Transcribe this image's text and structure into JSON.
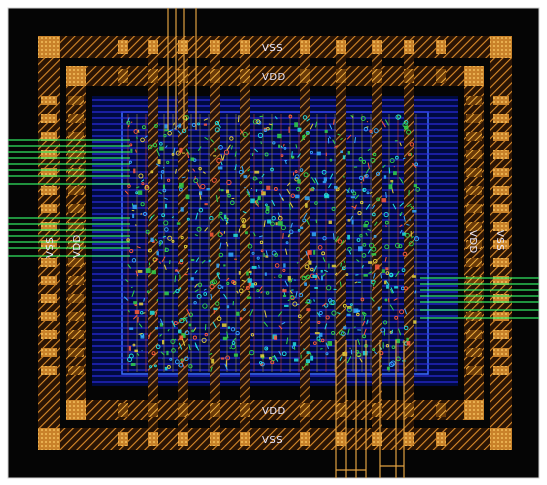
{
  "layout": {
    "labels": {
      "vss_top": "VSS",
      "vdd_top": "VDD",
      "vdd_bottom": "VDD",
      "vss_bottom": "VSS",
      "vss_left": "VSS",
      "vdd_left": "VDD",
      "vdd_right": "VDD",
      "vss_right": "VSS"
    },
    "colors": {
      "background": "#050505",
      "frame": "#f4f4f4",
      "power_ring": "#d4892a",
      "pad": "#e0a23a",
      "core_fill": "#000a40",
      "metal_h": "#2a2bd8",
      "metal_v": "#e34a2a",
      "via_green": "#2fd24a",
      "via_yellow": "#e6d23a",
      "io_pin": "#35ff6a"
    }
  }
}
